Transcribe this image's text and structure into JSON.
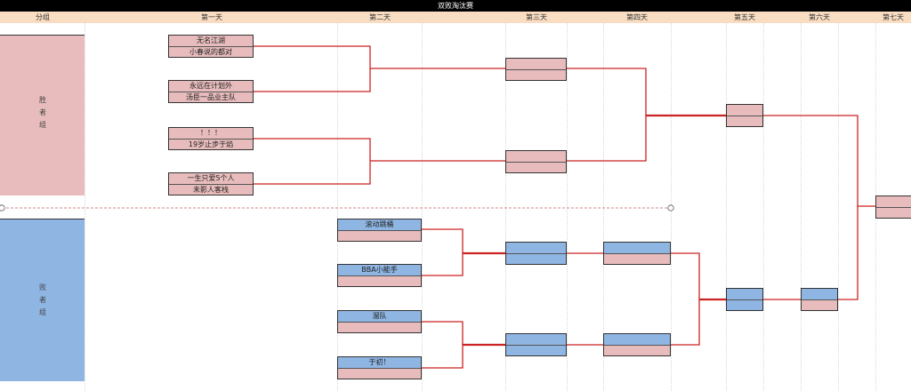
{
  "title": "双败淘汰赛",
  "columns": [
    "分组",
    "第一天",
    "第二天",
    "第三天",
    "第四天",
    "第五天",
    "第六天",
    "第七天"
  ],
  "groups": {
    "winners": "胜\n者\n组",
    "losers": "败\n者\n组"
  },
  "teams": {
    "w1": "无名江湖",
    "w2": "小春说的都对",
    "w3": "永远在计划外",
    "w4": "汤臣一品业主队",
    "w5": "！！！",
    "w6": "19岁止步于焰",
    "w7": "一生只爱5个人",
    "w8": "未影人客栈",
    "l1": "滚动跳桶",
    "l2": "BBA小能手",
    "l3": "溜队",
    "l4": "于初！"
  },
  "colors": {
    "line": "#cc2222",
    "pink": "#e8bcbc",
    "blue": "#8fb5e3",
    "header": "#f9ddc3"
  }
}
